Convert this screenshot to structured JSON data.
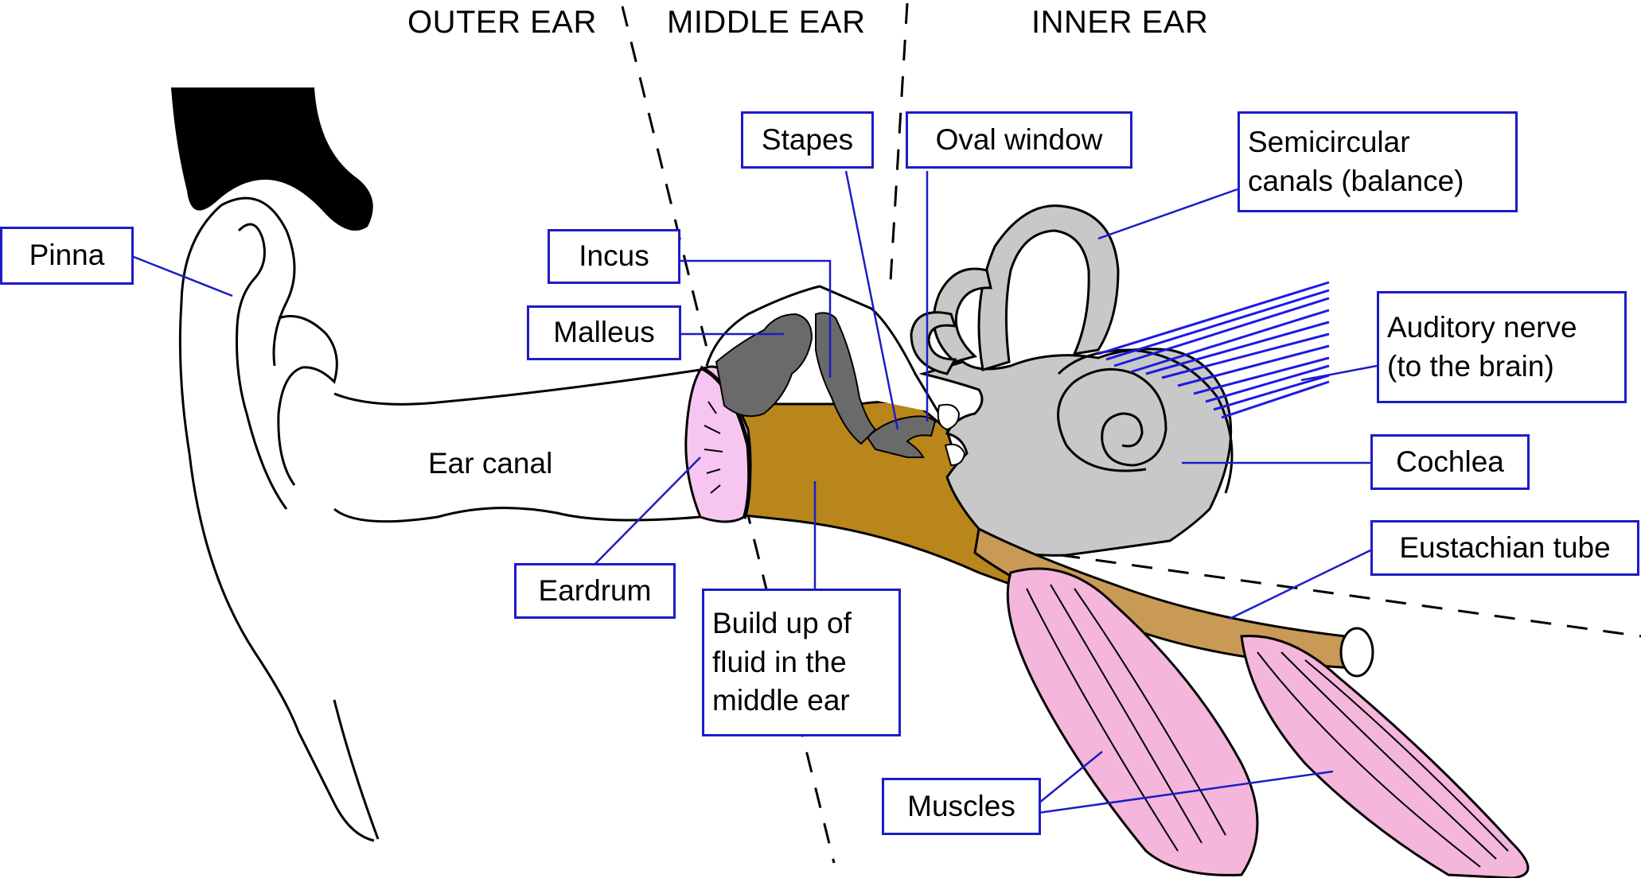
{
  "regions": {
    "outer": "OUTER EAR",
    "middle": "MIDDLE EAR",
    "inner": "INNER EAR"
  },
  "labels": {
    "pinna": "Pinna",
    "ear_canal": "Ear canal",
    "incus": "Incus",
    "malleus": "Malleus",
    "stapes": "Stapes",
    "oval_window": "Oval window",
    "semicircular": "Semicircular\ncanals (balance)",
    "auditory_nerve": "Auditory nerve\n(to the brain)",
    "cochlea": "Cochlea",
    "eustachian": "Eustachian tube",
    "eardrum": "Eardrum",
    "fluid": "Build up of\nfluid in the\nmiddle ear",
    "muscles": "Muscles"
  },
  "colors": {
    "label_border": "#1c1cc8",
    "leader_line": "#1c1cc8",
    "nerve": "#1a1ae6",
    "fluid": "#b8861a",
    "eardrum": "#f6c6f0",
    "bone": "#6a6a6a",
    "inner_ear": "#c8c8c8",
    "muscle": "#f4b6da",
    "tube": "#c99a55",
    "hair": "#000000"
  }
}
